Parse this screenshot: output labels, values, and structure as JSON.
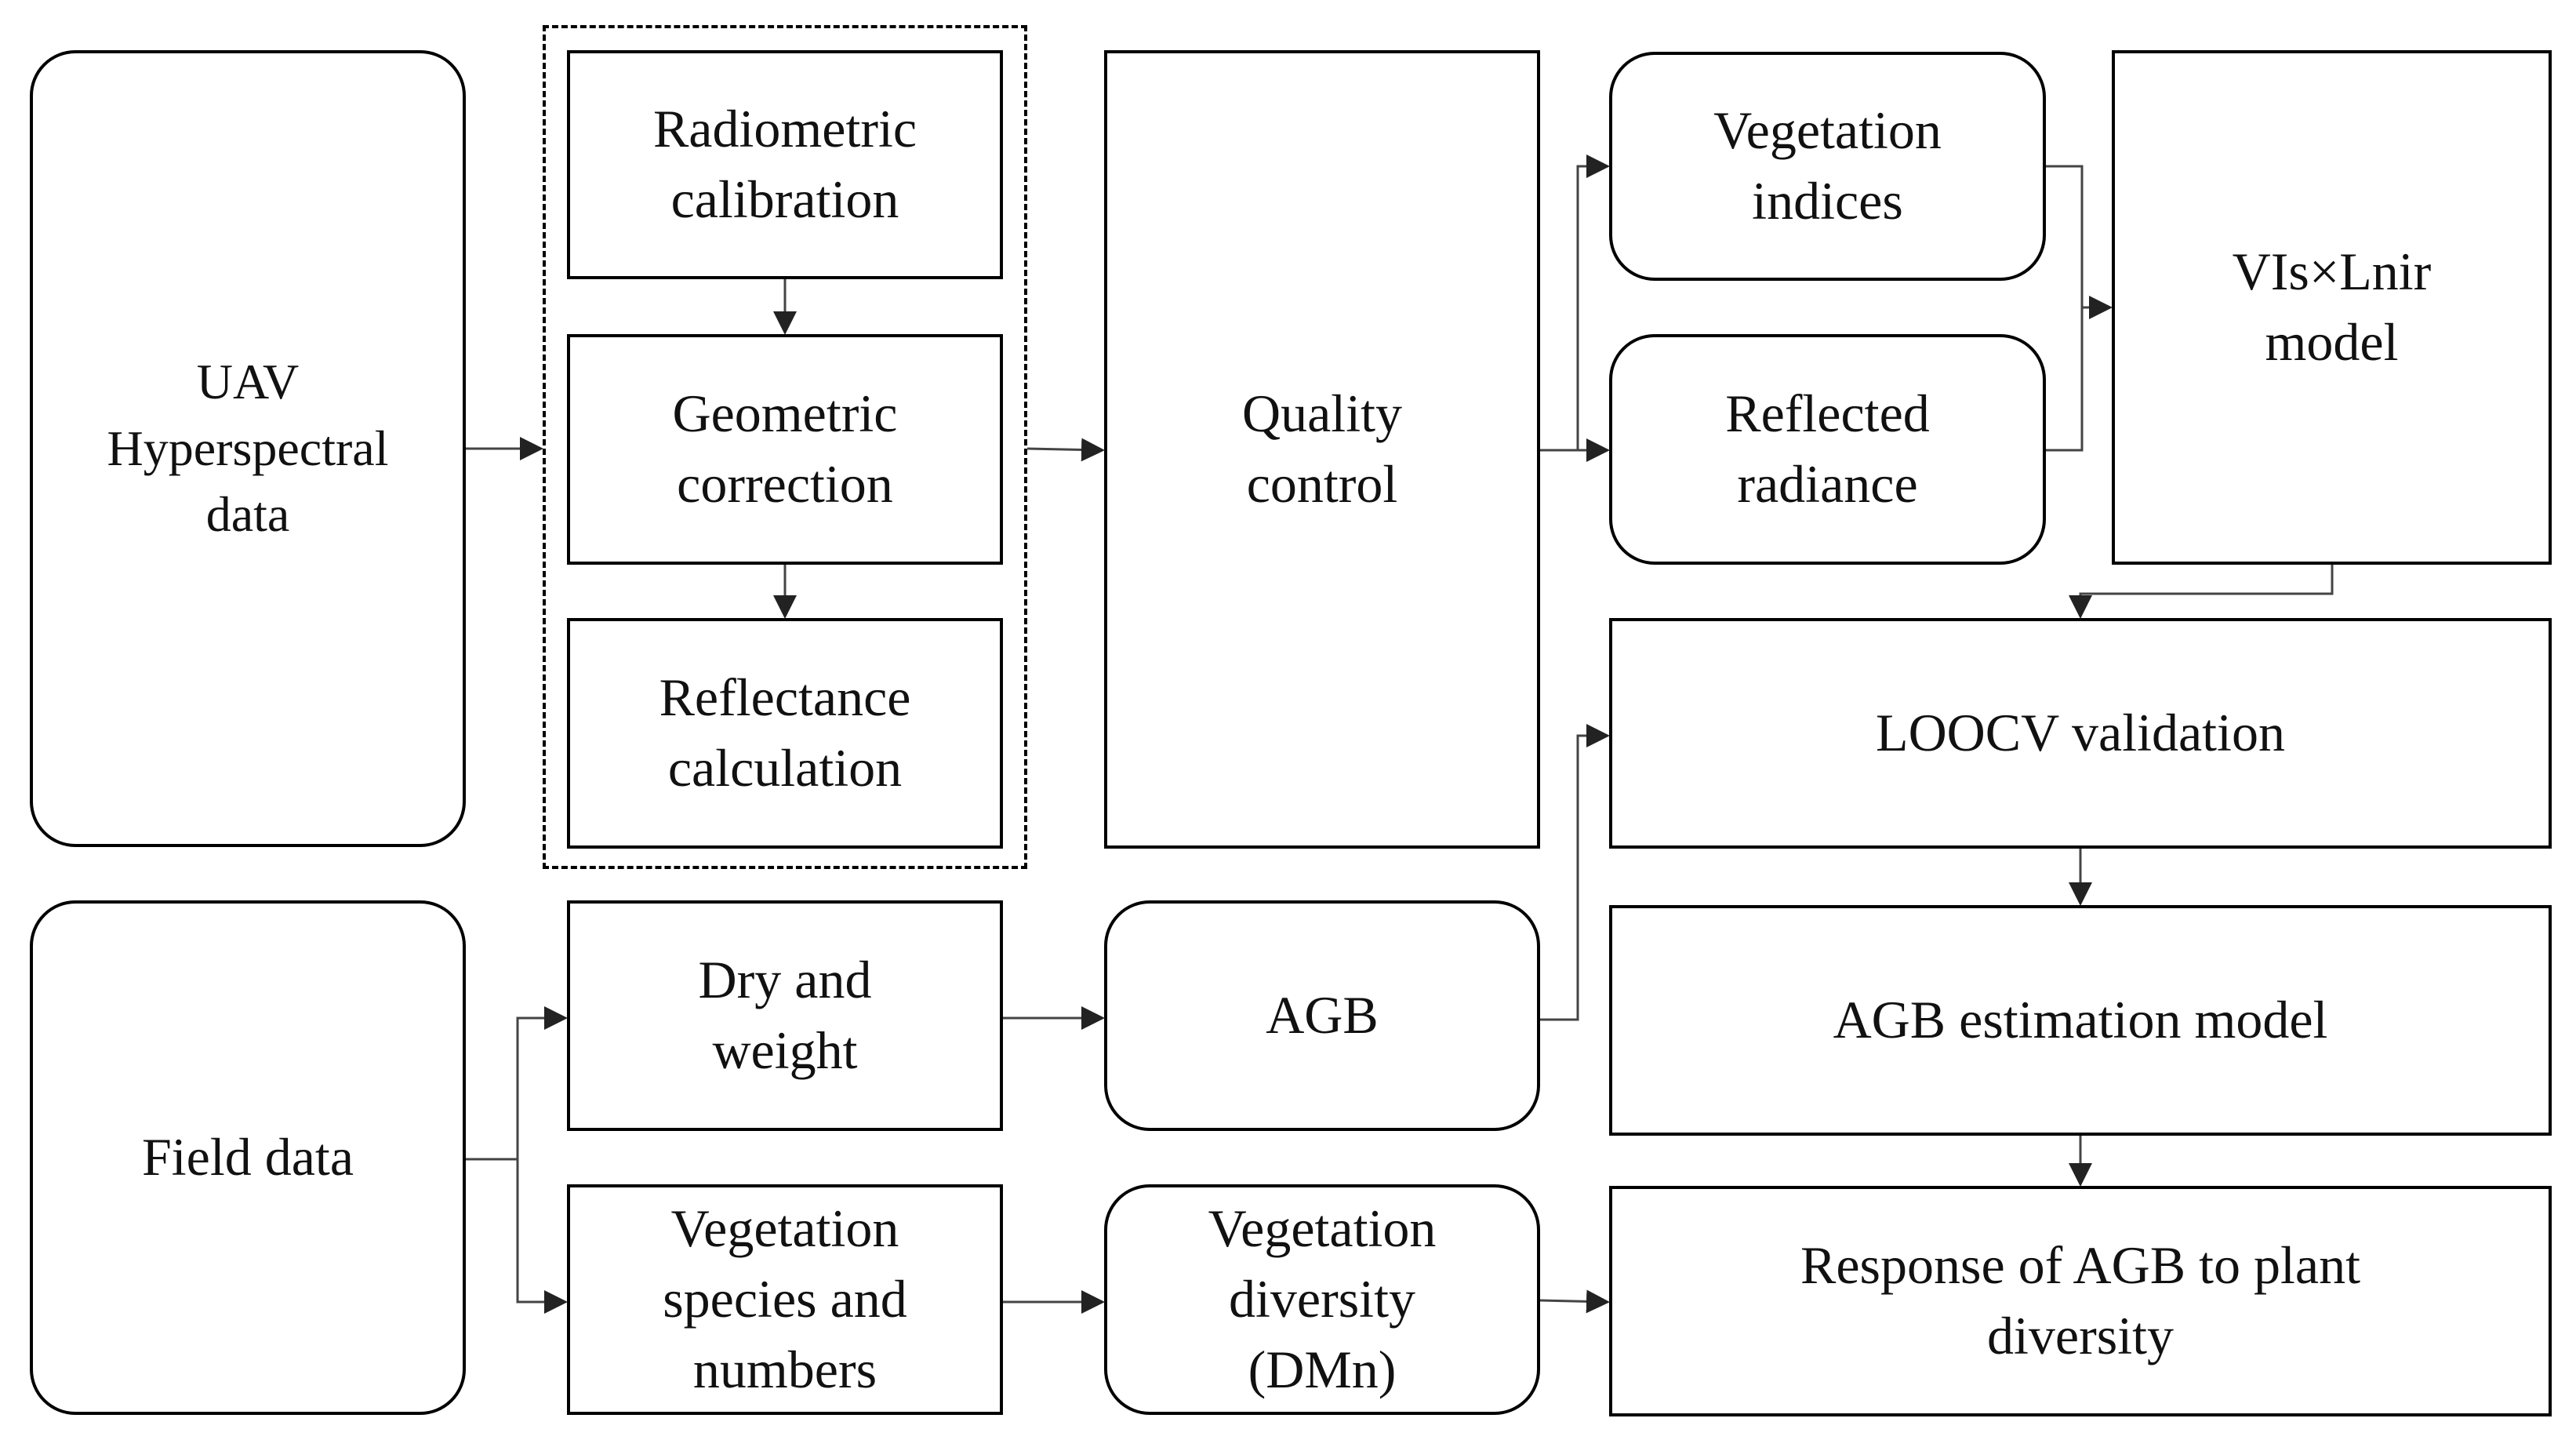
{
  "diagram": {
    "nodes": {
      "uav": "UAV\nHyperspectral\ndata",
      "radiometric": "Radiometric\ncalibration",
      "geometric": "Geometric\ncorrection",
      "reflectance": "Reflectance\ncalculation",
      "quality": "Quality\ncontrol",
      "vegetation_indices": "Vegetation\nindices",
      "reflected_radiance": "Reflected\nradiance",
      "vis_lnir": "VIs×Lnir\nmodel",
      "loocv": "LOOCV validation",
      "field": "Field data",
      "dry_weight": "Dry and\nweight",
      "agb": "AGB",
      "agb_model": "AGB estimation model",
      "species": "Vegetation\nspecies and\nnumbers",
      "diversity": "Vegetation\ndiversity\n(DMn)",
      "response": "Response of AGB to plant\ndiversity"
    },
    "colors": {
      "line": "#000000",
      "arrow": "#444444",
      "background": "#ffffff"
    }
  }
}
